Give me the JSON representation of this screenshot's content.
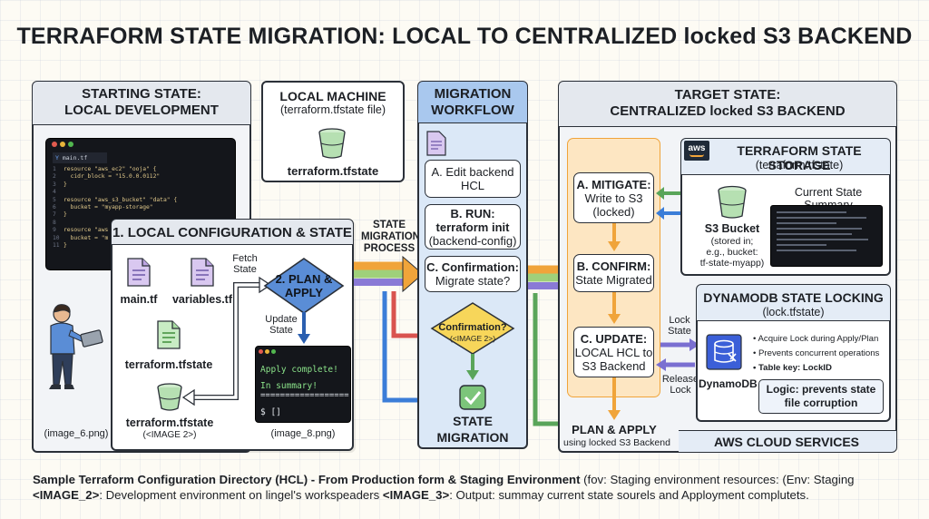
{
  "title": "TERRAFORM STATE MIGRATION: LOCAL TO CENTRALIZED locked S3 BACKEND",
  "starting": {
    "title1": "STARTING STATE:",
    "title2": "LOCAL DEVELOPMENT",
    "caption": "(image_6.png)",
    "editor_tab": "main.tf",
    "code": [
      {
        "n": "1",
        "t": "resource \"aws_ec2\" \"ooja\" {"
      },
      {
        "n": "2",
        "t": "  cidr_block = \"15.0.0.0112\""
      },
      {
        "n": "3",
        "t": "}"
      },
      {
        "n": "4",
        "t": ""
      },
      {
        "n": "5",
        "t": "resource \"aws_s3_bucket\" \"data\" {"
      },
      {
        "n": "6",
        "t": "  bucket = \"myapp-storage\""
      },
      {
        "n": "7",
        "t": "}"
      },
      {
        "n": "8",
        "t": ""
      },
      {
        "n": "9",
        "t": "resource \"aws"
      },
      {
        "n": "10",
        "t": "  bucket = \"m"
      },
      {
        "n": "11",
        "t": "}"
      }
    ]
  },
  "local_machine": {
    "title": "LOCAL MACHINE",
    "subtitle": "(terraform.tfstate file)",
    "file": "terraform.tfstate"
  },
  "local_config": {
    "title": "1. LOCAL CONFIGURATION & STATE",
    "files": [
      "main.tf",
      "variables.tf",
      "terraform.tfstate",
      "terraform.tfstate"
    ],
    "image_tag": "(<IMAGE 2>)",
    "fetch_state": "Fetch State",
    "plan_apply": "2. PLAN & APPLY",
    "update_state": "Update State",
    "terminal": {
      "line1": "Apply complete!",
      "line2": "In summary!",
      "line3": "==================",
      "prompt": "$ []"
    },
    "terminal_caption": "(image_8.png)"
  },
  "workflow": {
    "title1": "MIGRATION",
    "title2": "WORKFLOW",
    "step_a": "A. Edit backend HCL",
    "step_b1": "B. RUN:",
    "step_b2": "terraform init",
    "step_b3": "(backend-config)",
    "step_c1": "C. Confirmation:",
    "step_c2": "Migrate state?",
    "decision1": "Confirmation?",
    "decision2": "(<IMAGE 2>)",
    "state_migration1": "STATE",
    "state_migration2": "MIGRATION"
  },
  "process_label": "STATE MIGRATION PROCESS",
  "target": {
    "title1": "TARGET STATE:",
    "title2": "CENTRALIZED locked S3 BACKEND",
    "mitigate1": "A. MITIGATE:",
    "mitigate2": "Write to S3",
    "mitigate3": "(locked)",
    "confirm1": "B. CONFIRM:",
    "confirm2": "State Migrated",
    "update1": "C. UPDATE:",
    "update2": "LOCAL HCL to",
    "update3": "S3 Backend",
    "plan1": "PLAN & APPLY",
    "plan2": "using locked S3 Backend",
    "lock_state": "Lock State",
    "release_lock": "Release Lock",
    "storage": {
      "aws": "aws",
      "title": "TERRAFORM STATE STORAGE",
      "subtitle": "(terraform.tfstate)",
      "summary": "Current State Summary",
      "bucket": "S3 Bucket",
      "bucket_desc1": "(stored in;",
      "bucket_desc2": "e.g., bucket:",
      "bucket_desc3": "tf-state-myapp)"
    },
    "dynamo": {
      "title": "DYNAMODB STATE LOCKING",
      "subtitle": "(lock.tfstate)",
      "name": "DynamoDB",
      "bullets": [
        "Acquire Lock during Apply/Plan",
        "Prevents concurrent operations",
        "Table key: LockID"
      ],
      "logic1": "Logic: prevents state",
      "logic2": "file corruption"
    },
    "footer": "AWS CLOUD SERVICES"
  },
  "caption": {
    "l1a": "Sample Terraform Configuration Directory (HCL) - From Production form & Staging Environment",
    "l1b": " (fov: Staging environment resources: (Env: Staging",
    "l2a": "<IMAGE_2>",
    "l2b": ": Development environment on lingel's workspeaders ",
    "l2c": "<IMAGE_3>",
    "l2d": ": Output: summay current state sourels and Apployment complutets."
  },
  "colors": {
    "accent_blue": "#3b7dd8",
    "accent_orange": "#f0a43a",
    "accent_green": "#5aa55a",
    "accent_red": "#d9534f",
    "accent_purple": "#7a6fd1"
  }
}
